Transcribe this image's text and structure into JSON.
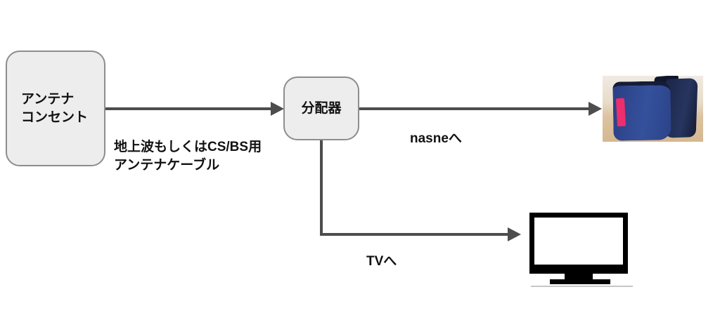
{
  "diagram": {
    "title": "antenna-splitter-connection-diagram",
    "nodes": {
      "antenna_outlet": {
        "line1": "アンテナ",
        "line2": "コンセント"
      },
      "splitter": {
        "label": "分配器"
      }
    },
    "edge_labels": {
      "cable_line1": "地上波もしくはCS/BS用",
      "cable_line2": "アンテナケーブル",
      "to_nasne": "nasneへ",
      "to_tv": "TVへ"
    },
    "colors": {
      "background": "#ffffff",
      "node_fill": "#ededed",
      "node_border": "#8d8d8d",
      "arrow": "#4d4d4d",
      "text": "#111111",
      "nasne_device_blue": "#35519c",
      "nasne_sticker_pink": "#ee2d6c",
      "photo_floor_tan": "#d5b890",
      "tv_frame_black": "#000000",
      "tv_shadow_gray": "#c6c6c6"
    }
  }
}
